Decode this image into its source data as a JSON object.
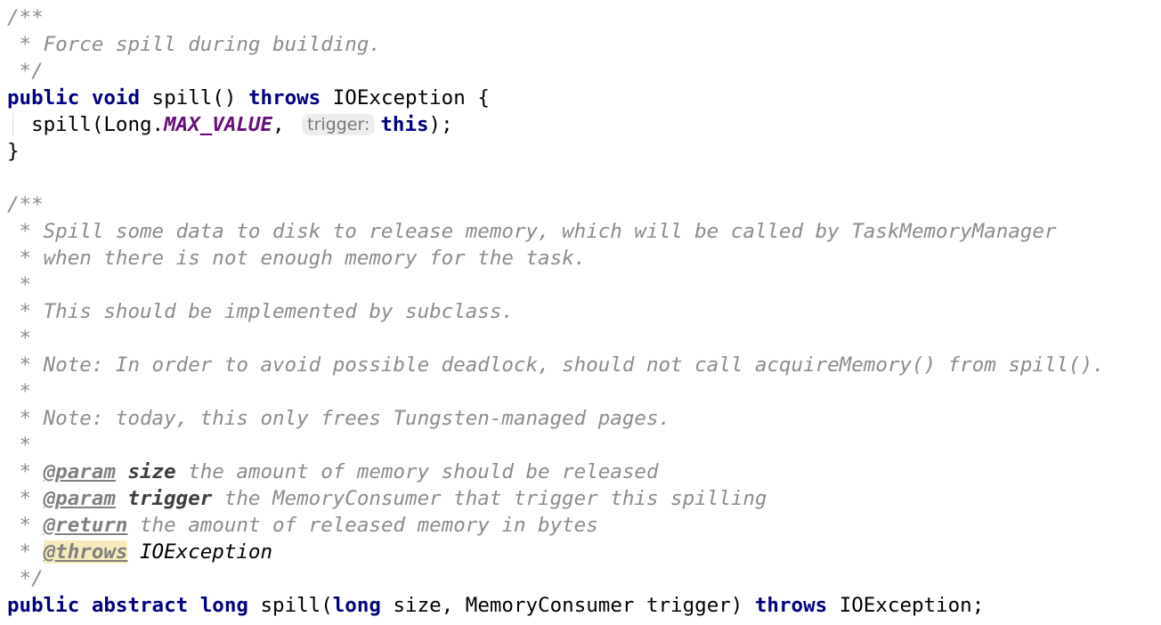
{
  "colors": {
    "background": "#ffffff",
    "comment": "#8c8c8c",
    "keyword": "#000080",
    "constant": "#660e7a",
    "doc_tag": "#808080",
    "doc_tag_highlight": "#f6ebbc",
    "inlay_hint_bg": "#ededed"
  },
  "code": {
    "spill_force": {
      "doc_open": "/**",
      "doc_line": " * Force spill during building.",
      "doc_close": " */",
      "sig_public": "public",
      "sig_void": "void",
      "sig_name": " spill() ",
      "sig_throws": "throws",
      "sig_exception": " IOException {",
      "body_call": "  spill(Long.",
      "body_const": "MAX_VALUE",
      "body_comma": ",",
      "hint_label": "trigger:",
      "body_this": "this",
      "body_end": ");",
      "close_brace": "}"
    },
    "spill_abstract": {
      "doc_open": "/**",
      "doc_lines": [
        " * Spill some data to disk to release memory, which will be called by TaskMemoryManager",
        " * when there is not enough memory for the task.",
        " *",
        " * This should be implemented by subclass.",
        " *",
        " * Note: In order to avoid possible deadlock, should not call acquireMemory() from spill().",
        " *",
        " * Note: today, this only frees Tungsten-managed pages.",
        " *"
      ],
      "star_prefix": " * ",
      "param_tag": "@param",
      "param1_name": "size",
      "param1_desc": " the amount of memory should be released",
      "param2_name": "trigger",
      "param2_desc": " the MemoryConsumer that trigger this spilling",
      "return_tag": "@return",
      "return_desc": " the amount of released memory in bytes",
      "throws_tag": "@throws",
      "throws_ref": "IOException",
      "doc_close": " */",
      "sig_public": "public",
      "sig_abstract": "abstract",
      "sig_long": "long",
      "sig_spill": " spill(",
      "sig_long2": "long",
      "sig_params": " size, MemoryConsumer trigger) ",
      "sig_throws": "throws",
      "sig_exception": " IOException;"
    }
  }
}
